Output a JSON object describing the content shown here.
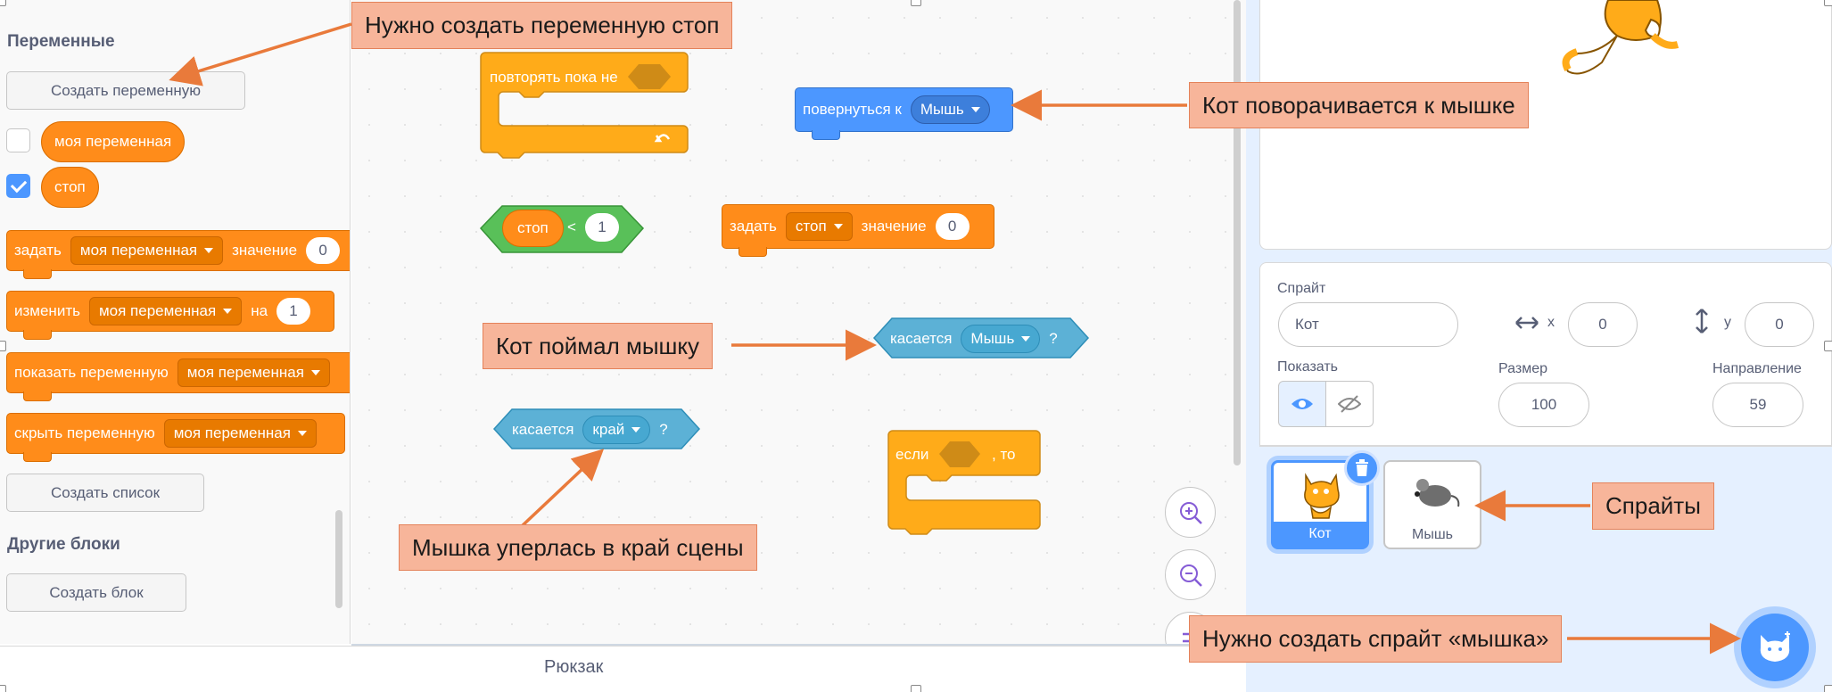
{
  "palette": {
    "variables_heading": "Переменные",
    "create_variable": "Создать переменную",
    "var1": "моя переменная",
    "var2": "стоп",
    "set_block": {
      "verb": "задать",
      "var": "моя переменная",
      "to": "значение",
      "value": "0"
    },
    "change_block": {
      "verb": "изменить",
      "var": "моя переменная",
      "by": "на",
      "value": "1"
    },
    "show_block": {
      "verb": "показать переменную",
      "var": "моя переменная"
    },
    "hide_block": {
      "verb": "скрыть переменную",
      "var": "моя переменная"
    },
    "create_list": "Создать список",
    "other_heading": "Другие блоки",
    "create_block": "Создать блок"
  },
  "script": {
    "repeat_until": "повторять пока не",
    "turn_to": {
      "label": "повернуться к",
      "target": "Мышь"
    },
    "compare": {
      "var": "стоп",
      "op": "<",
      "value": "1"
    },
    "set_stop": {
      "verb": "задать",
      "var": "стоп",
      "to": "значение",
      "value": "0"
    },
    "touching_mouse": {
      "label": "касается",
      "target": "Мышь",
      "q": "?"
    },
    "touching_edge": {
      "label": "касается",
      "target": "край",
      "q": "?"
    },
    "if_then": {
      "if": "если",
      "then": ", то"
    }
  },
  "backpack": "Рюкзак",
  "sprite_info": {
    "sprite_label": "Спрайт",
    "sprite_name": "Кот",
    "x_label": "x",
    "x_value": "0",
    "y_label": "y",
    "y_value": "0",
    "show_label": "Показать",
    "size_label": "Размер",
    "size_value": "100",
    "direction_label": "Направление",
    "direction_value": "59"
  },
  "sprites": [
    {
      "name": "Кот",
      "selected": true
    },
    {
      "name": "Мышь",
      "selected": false
    }
  ],
  "annotations": {
    "create_stop": "Нужно создать переменную стоп",
    "cat_turns": "Кот поворачивается к мышке",
    "cat_caught": "Кот поймал мышку",
    "mouse_edge": "Мышка уперлась в край сцены",
    "sprites": "Спрайты",
    "create_mouse": "Нужно создать спрайт «мышка»"
  },
  "colors": {
    "looks_orange": "#ff8c1a",
    "motion_blue": "#4c97ff",
    "sensing_blue": "#5cb1d6",
    "operators_green": "#59c059",
    "annotation_fill": "#f7b59a",
    "arrow": "#e97a3b"
  }
}
